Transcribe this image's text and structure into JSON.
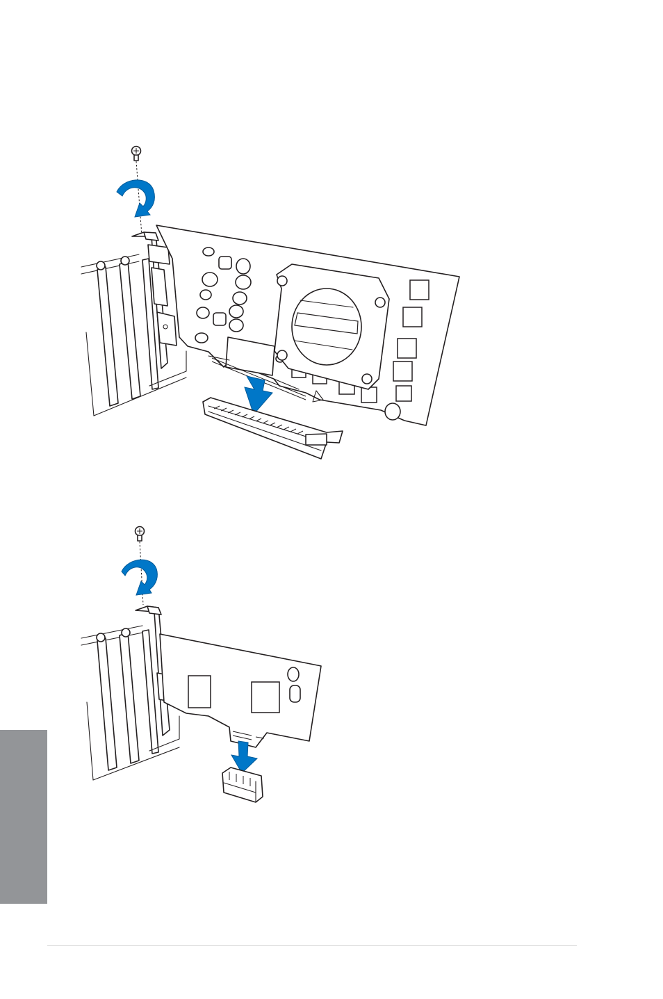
{
  "page": {
    "figures": [
      {
        "id": "pcie-x16-installation",
        "depicts": "graphics-card-into-x16-slot"
      },
      {
        "id": "pcie-x1-installation",
        "depicts": "expansion-card-into-x1-slot"
      }
    ],
    "side_tab_color": "#939598",
    "accent_color": "#0077c8",
    "icons": [
      "screw-icon",
      "rotate-arrow-icon",
      "insert-arrow-icon"
    ]
  }
}
